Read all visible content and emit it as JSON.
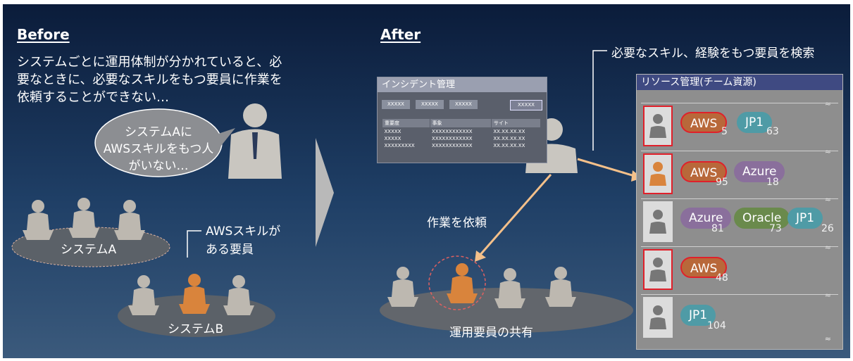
{
  "before": {
    "heading": "Before",
    "lead": "システムごとに運用体制が分かれていると、必要なときに、必要なスキルをもつ要員に作業を依頼することができない…",
    "bubble_lines": [
      "システムAに",
      "AWSスキルをもつ人",
      "がいない…"
    ],
    "system_a": "システムA",
    "system_b": "システムB",
    "callout_lines": [
      "AWSスキルが",
      "ある要員"
    ]
  },
  "after": {
    "heading": "After",
    "search_label": "必要なスキル、経験をもつ要員を検索",
    "request_label": "作業を依頼",
    "shared_label": "運用要員の共有"
  },
  "incident": {
    "title": "インシデント管理",
    "buttons": [
      "XXXXX",
      "XXXXX",
      "XXXXX",
      "XXXXX"
    ],
    "columns": [
      "重要度",
      "事象",
      "サイト"
    ],
    "rows": [
      [
        "XXXXX",
        "XXXXXXXXXXXX",
        "XX.XX.XX.XX"
      ],
      [
        "XXXXX",
        "XXXXXXXXXXXX",
        "XX.XX.XX.XX"
      ],
      [
        "XXXXXXXXX",
        "XXXXXXXXXXXX",
        "XX.XX.XX.XX"
      ]
    ]
  },
  "resource": {
    "title": "リソース管理(チーム資源)",
    "squiggle": "≈",
    "rows": [
      {
        "skills": [
          {
            "name": "AWS",
            "value": "5"
          },
          {
            "name": "JP1",
            "value": "63"
          }
        ]
      },
      {
        "skills": [
          {
            "name": "AWS",
            "value": "95"
          },
          {
            "name": "Azure",
            "value": "18"
          }
        ]
      },
      {
        "skills": [
          {
            "name": "Azure",
            "value": "81"
          },
          {
            "name": "Oracle",
            "value": "73"
          },
          {
            "name": "JP1",
            "value": "26"
          }
        ]
      },
      {
        "skills": [
          {
            "name": "AWS",
            "value": "48"
          }
        ]
      },
      {
        "skills": [
          {
            "name": "JP1",
            "value": "104"
          }
        ]
      }
    ]
  },
  "colors": {
    "aws": "#b8683a",
    "jp1": "#4f9ba6",
    "azure": "#8a6f9c",
    "oracle": "#6a8a4c",
    "highlight": "#e0202a",
    "orange_person": "#d9843c",
    "arrow": "#f4c08a"
  }
}
